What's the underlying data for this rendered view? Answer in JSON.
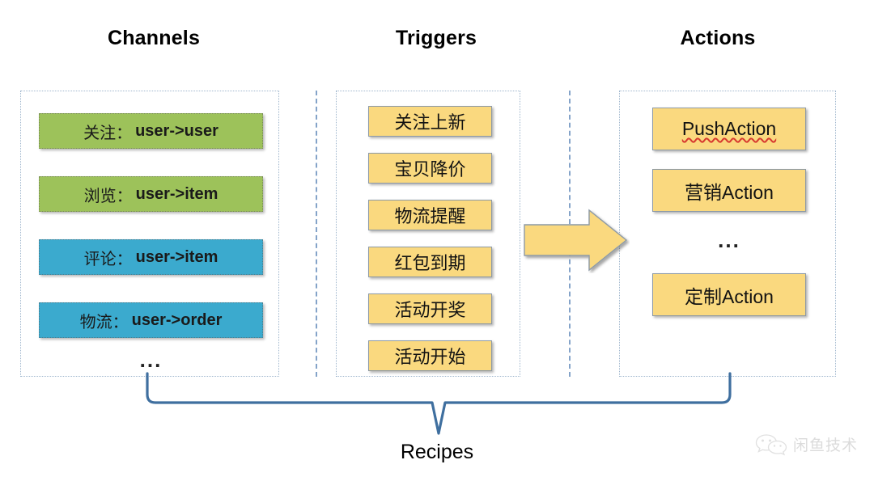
{
  "columns": {
    "channels": {
      "heading": "Channels",
      "items": [
        {
          "cn": "关注：",
          "en": "user->user",
          "color": "#9DC25A"
        },
        {
          "cn": "浏览：",
          "en": "user->item",
          "color": "#9DC25A"
        },
        {
          "cn": "评论：",
          "en": "user->item",
          "color": "#3BAACE"
        },
        {
          "cn": "物流：",
          "en": "user->order",
          "color": "#3BAACE"
        }
      ],
      "ellipsis": "..."
    },
    "triggers": {
      "heading": "Triggers",
      "items": [
        {
          "label": "关注上新"
        },
        {
          "label": "宝贝降价"
        },
        {
          "label": "物流提醒"
        },
        {
          "label": "红包到期"
        },
        {
          "label": "活动开奖"
        },
        {
          "label": "活动开始"
        }
      ]
    },
    "actions": {
      "heading": "Actions",
      "items": [
        {
          "label": "PushAction",
          "misspelled": true
        },
        {
          "label": "营销Action",
          "misspelled": false
        },
        {
          "label": "定制Action",
          "misspelled": false
        }
      ],
      "ellipsis": "..."
    }
  },
  "flow": {
    "arrow_label": "triggers-to-actions",
    "arrow_color": "#FAD97F",
    "arrow_border": "#8d9aa6"
  },
  "bracket": {
    "label": "Recipes",
    "color": "#3f6f9f"
  },
  "watermark": {
    "text": "闲鱼技术",
    "icon": "wechat-icon"
  },
  "palette": {
    "green": "#9DC25A",
    "blue": "#3BAACE",
    "yellow": "#FAD97F",
    "dotted_border": "#9fb6cd",
    "dashed_separator": "#6f94c0",
    "bracket_blue": "#3f6f9f",
    "spellcheck_red": "#d7392f"
  }
}
